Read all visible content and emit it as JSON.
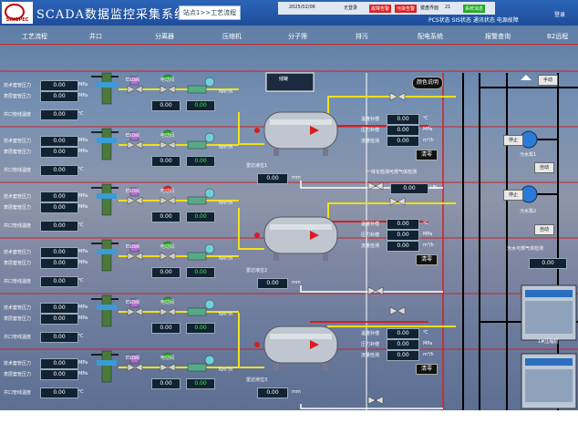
{
  "header": {
    "logo_text": "SINOPEC",
    "title": "SCADA数据监控采集系统",
    "site_button": "站点1>>工艺流程",
    "date": "2025/02/06",
    "status_items": [
      "无登录",
      "故障告警",
      "污染告警",
      "键盘界面",
      "系统消息"
    ],
    "online_users": "21",
    "pcs_status": "PCS状态",
    "sis_status": "SIS状态",
    "comm_status": "通讯状态",
    "power_failure": "电源故障",
    "login": "登录"
  },
  "nav": {
    "items": [
      "工艺流程",
      "井口",
      "分离器",
      "压缩机",
      "分子筛",
      "排污",
      "配电系统",
      "报警查询",
      "B2远程"
    ]
  },
  "panel": {
    "color_legend_button": "颜色说明",
    "tank_label": "储罐",
    "manual_label": "手动",
    "stop_label": "停止",
    "auto_label": "自动",
    "pump_label_1": "污水泵1",
    "pump_label_2": "污水泵2",
    "pump_box_1_value": "0.00",
    "pump_box_2_value": "0.00",
    "gas_analyzer_label": "一体化检测可燃气体检测",
    "gas_analyzer_label_2": "污水可燃气体检测",
    "gas_value": "0.00",
    "gas_unit": "LEL",
    "compressor_label": "1#压缩机"
  },
  "wells": [
    {
      "casing_pressure": "0.00",
      "oil_pressure": "0.00",
      "wellhead_temp": "0.00",
      "choke_value": "0.00",
      "flow_value": "0.00"
    },
    {
      "casing_pressure": "0.00",
      "oil_pressure": "0.00",
      "wellhead_temp": "0.00",
      "choke_value": "0.00",
      "flow_value": "0.00"
    },
    {
      "casing_pressure": "0.00",
      "oil_pressure": "0.00",
      "wellhead_temp": "0.00",
      "choke_value": "0.00",
      "flow_value": "0.00"
    },
    {
      "casing_pressure": "0.00",
      "oil_pressure": "0.00",
      "wellhead_temp": "0.00",
      "choke_value": "0.00",
      "flow_value": "0.00"
    },
    {
      "casing_pressure": "0.00",
      "oil_pressure": "0.00",
      "wellhead_temp": "0.00",
      "choke_value": "0.00",
      "flow_value": "0.00"
    },
    {
      "casing_pressure": "0.00",
      "oil_pressure": "0.00",
      "wellhead_temp": "0.00",
      "choke_value": "0.00",
      "flow_value": "0.00"
    }
  ],
  "well_labels": {
    "casing": "技术套管压力",
    "oil": "表层套管压力",
    "temp": "井口管线温度",
    "esd": "ESD阀",
    "sdv": "电动阀",
    "unit_mpa": "MPa",
    "unit_c": "℃",
    "unit_flow": "Nm³/h"
  },
  "separators": [
    {
      "name": "雷达液位1",
      "level": "0.00",
      "temp": "0.00",
      "pressure": "0.00",
      "flow": "0.00"
    },
    {
      "name": "雷达液位2",
      "level": "0.00",
      "temp": "0.00",
      "pressure": "0.00",
      "flow": "0.00"
    },
    {
      "name": "雷达液位3",
      "level": "0.00",
      "temp": "0.00",
      "pressure": "0.00",
      "flow": "0.00"
    }
  ],
  "separator_labels": {
    "temp": "温度补偿",
    "pressure": "压力补偿",
    "flow": "流量检测",
    "unit_c": "℃",
    "unit_mpa": "MPa",
    "unit_flow": "m³/h",
    "unit_mm": "mm",
    "reset": "清零"
  },
  "colors": {
    "header_bg": "#2c64b8",
    "pipe_gas": "#f0e01a",
    "pipe_alarm": "#d81e1e",
    "pipe_main": "#000000",
    "value_box": "#112233"
  }
}
